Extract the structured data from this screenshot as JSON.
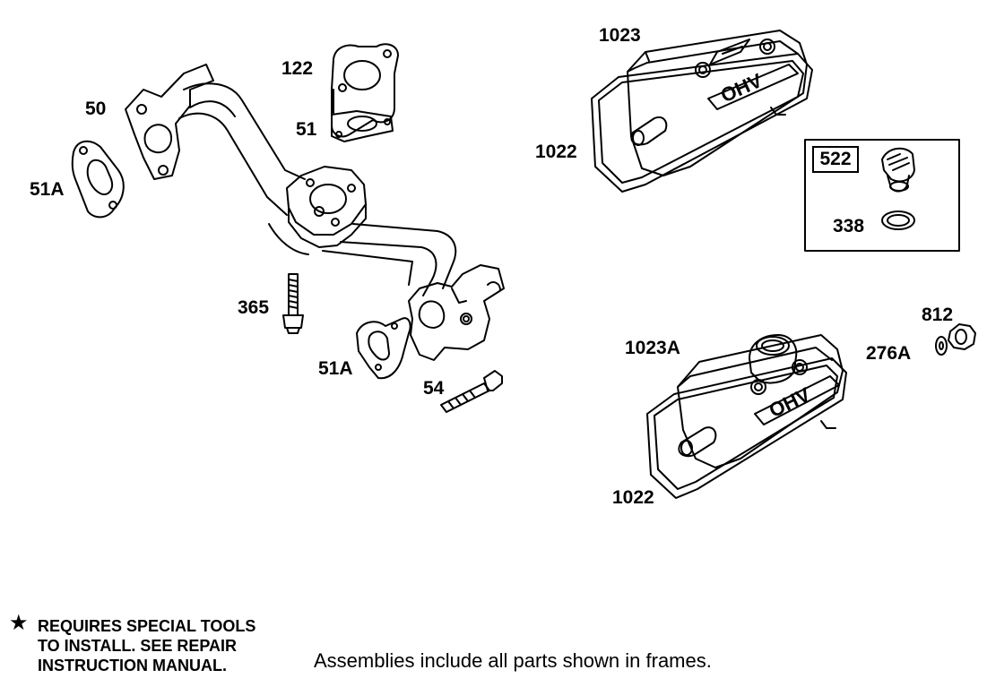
{
  "parts": {
    "p1023": "1023",
    "p1022_top": "1022",
    "p522": "522",
    "p338": "338",
    "p122": "122",
    "p51": "51",
    "p50": "50",
    "p51A_left": "51A",
    "p365": "365",
    "p51A_bottom": "51A",
    "p54": "54",
    "p812": "812",
    "p276A": "276A",
    "p1023A": "1023A",
    "p1022_bottom": "1022"
  },
  "cover_emblem": "OHV",
  "footnote": {
    "star_icon": "star-icon",
    "line1": "REQUIRES SPECIAL TOOLS",
    "line2": "TO INSTALL.  SEE REPAIR",
    "line3": "INSTRUCTION MANUAL."
  },
  "assembly_note": "Assemblies include all parts shown in frames.",
  "colors": {
    "ink": "#000000",
    "background": "#ffffff"
  }
}
